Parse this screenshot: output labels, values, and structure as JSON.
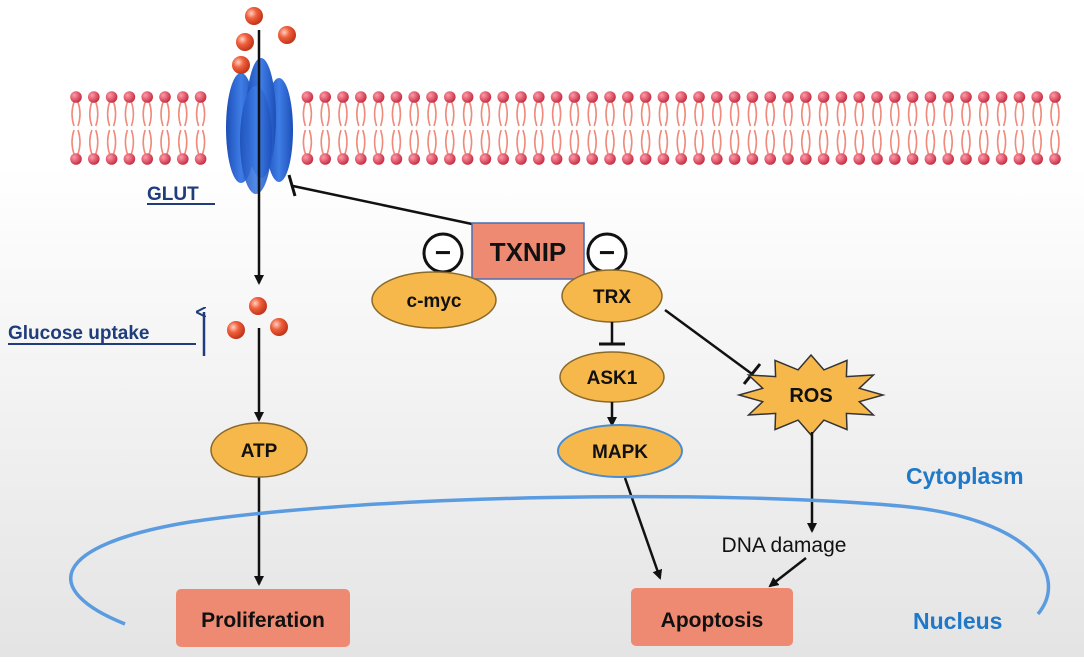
{
  "labels": {
    "glut": "GLUT",
    "glucose_uptake": "Glucose uptake",
    "txnip": "TXNIP",
    "cmyc": "c-myc",
    "trx": "TRX",
    "ask1": "ASK1",
    "mapk": "MAPK",
    "ros": "ROS",
    "atp": "ATP",
    "cytoplasm": "Cytoplasm",
    "dna_damage": "DNA damage",
    "nucleus": "Nucleus",
    "proliferation": "Proliferation",
    "apoptosis": "Apoptosis",
    "minus": "−"
  },
  "colors": {
    "membrane_head": "#d9364f",
    "membrane_tail": "#f08a7a",
    "glut_protein": "#2a62d8",
    "glucose": "#e64a2b",
    "node_fill": "#f7b84b",
    "box_fill": "#ef8a72",
    "underline_label": "#1f3d7a",
    "compartment_label": "#1f78c8",
    "nucleus_membrane": "#5b9be0",
    "arrow": "#111111"
  }
}
